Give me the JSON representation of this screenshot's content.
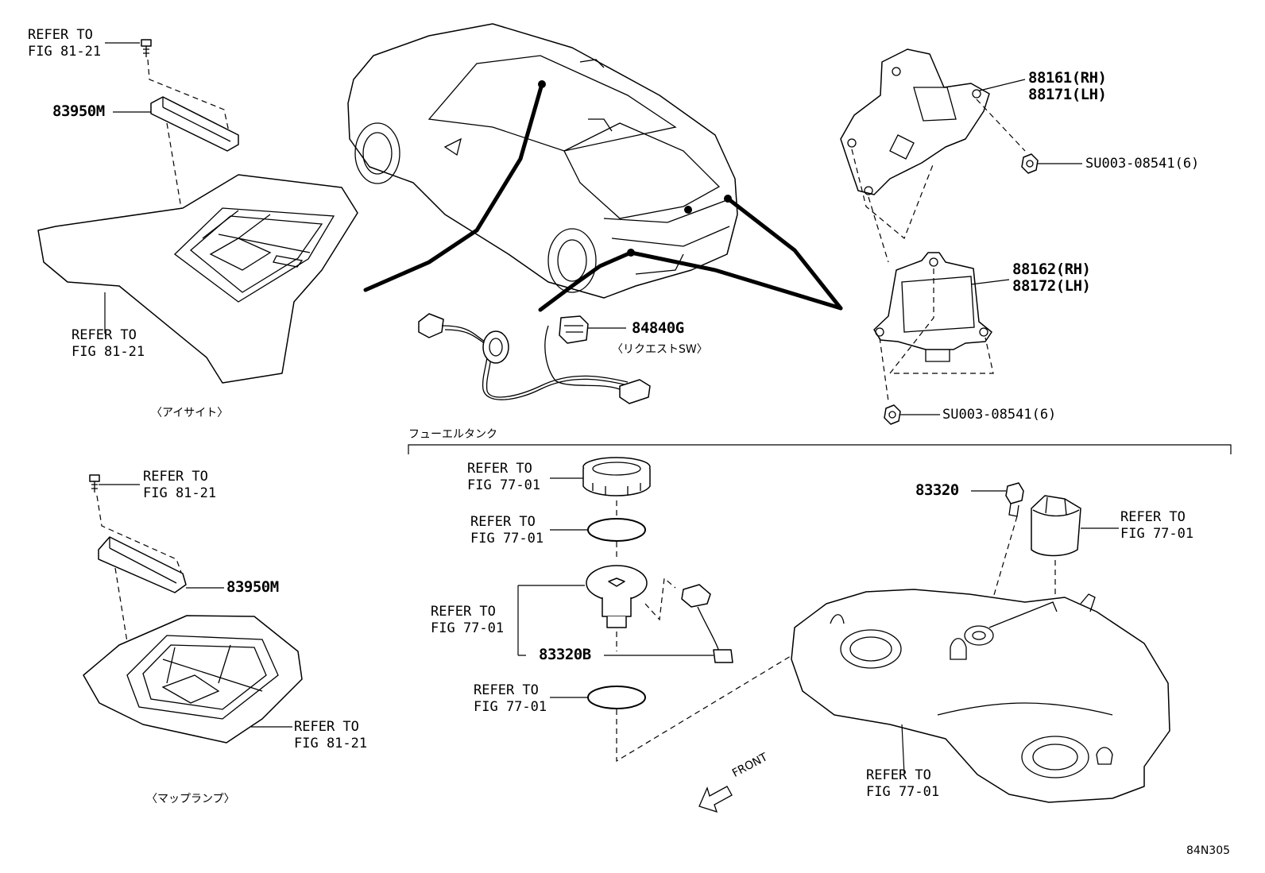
{
  "diagram_id": "84N305",
  "sections": {
    "eyesight": "〈アイサイト〉",
    "map_lamp": "〈マップランプ〉",
    "fuel_tank": "フューエルタンク"
  },
  "callouts": {
    "refer_81_21": "REFER TO\nFIG 81-21",
    "refer_77_01": "REFER TO\nFIG 77-01"
  },
  "parts": {
    "p83950m": "83950M",
    "p84840g": "84840G",
    "request_sw": "〈リクエストSW〉",
    "p88161_88171": "88161(RH)\n88171(LH)",
    "p88162_88172": "88162(RH)\n88172(LH)",
    "su003": "SU003-08541(6)",
    "p83320": "83320",
    "p83320b": "83320B"
  },
  "front_arrow": "FRONT"
}
